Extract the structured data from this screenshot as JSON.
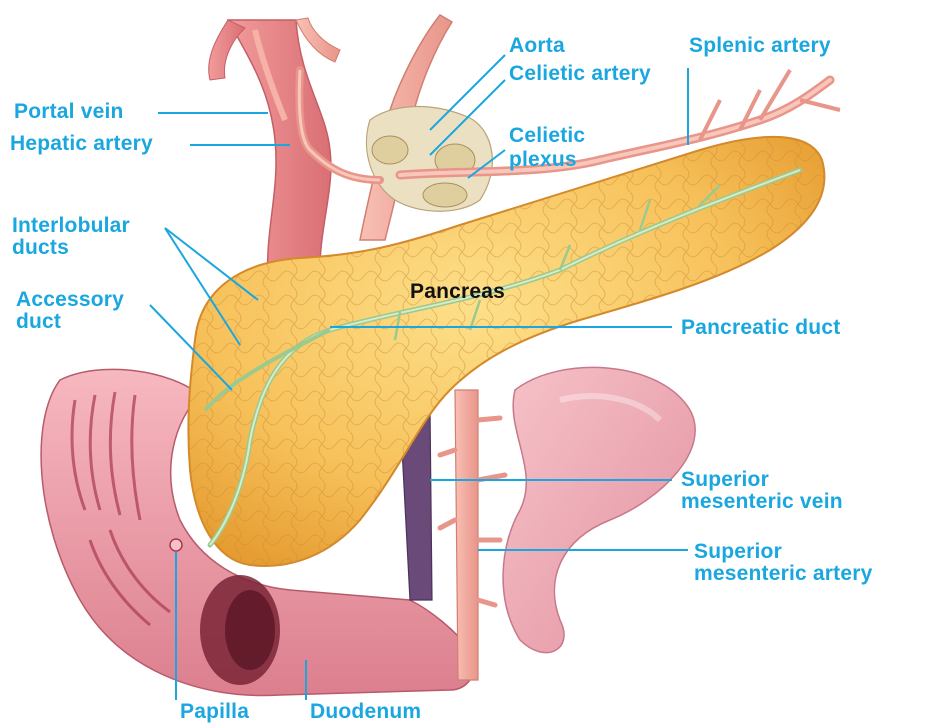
{
  "labels": {
    "aorta": "Aorta",
    "celiac_artery": "Celietic artery",
    "splenic_artery": "Splenic artery",
    "portal_vein": "Portal vein",
    "hepatic_artery": "Hepatic artery",
    "celiac_plexus_1": "Celietic",
    "celiac_plexus_2": "plexus",
    "interlobular_1": "Interlobular",
    "interlobular_2": "ducts",
    "accessory_1": "Accessory",
    "accessory_2": "duct",
    "pancreas": "Pancreas",
    "pancreatic_duct": "Pancreatic duct",
    "smv_1": "Superior",
    "smv_2": "mesenteric vein",
    "sma_1": "Superior",
    "sma_2": "mesenteric artery",
    "papilla": "Papilla",
    "duodenum": "Duodenum"
  },
  "colors": {
    "label": "#1aa7e0",
    "pancreas": "#f7c15a",
    "pancreas_edge": "#e49a2e",
    "duct": "#9cc98e",
    "artery": "#f0a39a",
    "vein": "#6a4a78",
    "duodenum": "#ee9aa6",
    "duodenum_dark": "#b0485a"
  }
}
